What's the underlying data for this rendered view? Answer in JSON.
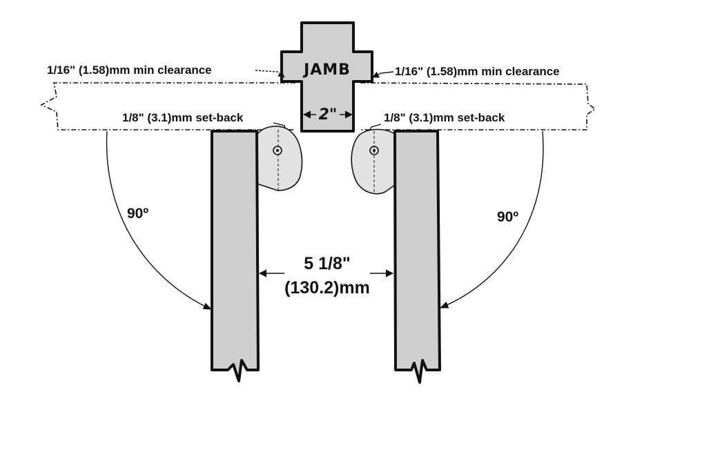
{
  "labels": {
    "jamb": "JAMB",
    "jamb_width": "2\"",
    "clearance_left": "1/16\" (1.58)mm min clearance",
    "clearance_right": "1/16\" (1.58)mm min clearance",
    "setback_left": "1/8\" (3.1)mm set-back",
    "setback_right": "1/8\" (3.1)mm set-back",
    "angle_left": "90º",
    "angle_right": "90º",
    "gap_imperial": "5 1/8\"",
    "gap_metric": "(130.2)mm"
  },
  "colors": {
    "ink": "#111111",
    "door_fill": "#cfcfcf",
    "hinge_fill": "#e2e2e2",
    "background": "#ffffff"
  }
}
